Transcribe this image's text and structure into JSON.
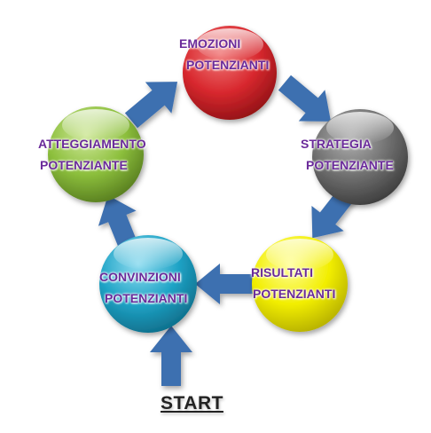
{
  "colors": {
    "red": "#d8282e",
    "gray": "#6e6e6e",
    "yellow": "#f2ee00",
    "cyan": "#1ea3c6",
    "green": "#8cbf3c",
    "arrow": "#3e6fb0",
    "label": "#6a2a9a"
  },
  "nodes": {
    "emozioni": {
      "line1": "EMOZIONI",
      "line2": "POTENZIANTI",
      "color": "red"
    },
    "strategia": {
      "line1": "STRATEGIA",
      "line2": "POTENZIANTE",
      "color": "gray"
    },
    "risultati": {
      "line1": "RISULTATI",
      "line2": "POTENZIANTI",
      "color": "yellow"
    },
    "convinzioni": {
      "line1": "CONVINZIONI",
      "line2": "POTENZIANTI",
      "color": "cyan"
    },
    "atteggiamento": {
      "line1": "ATTEGGIAMENTO",
      "line2": "POTENZIANTE",
      "color": "green"
    }
  },
  "start_label": "START"
}
